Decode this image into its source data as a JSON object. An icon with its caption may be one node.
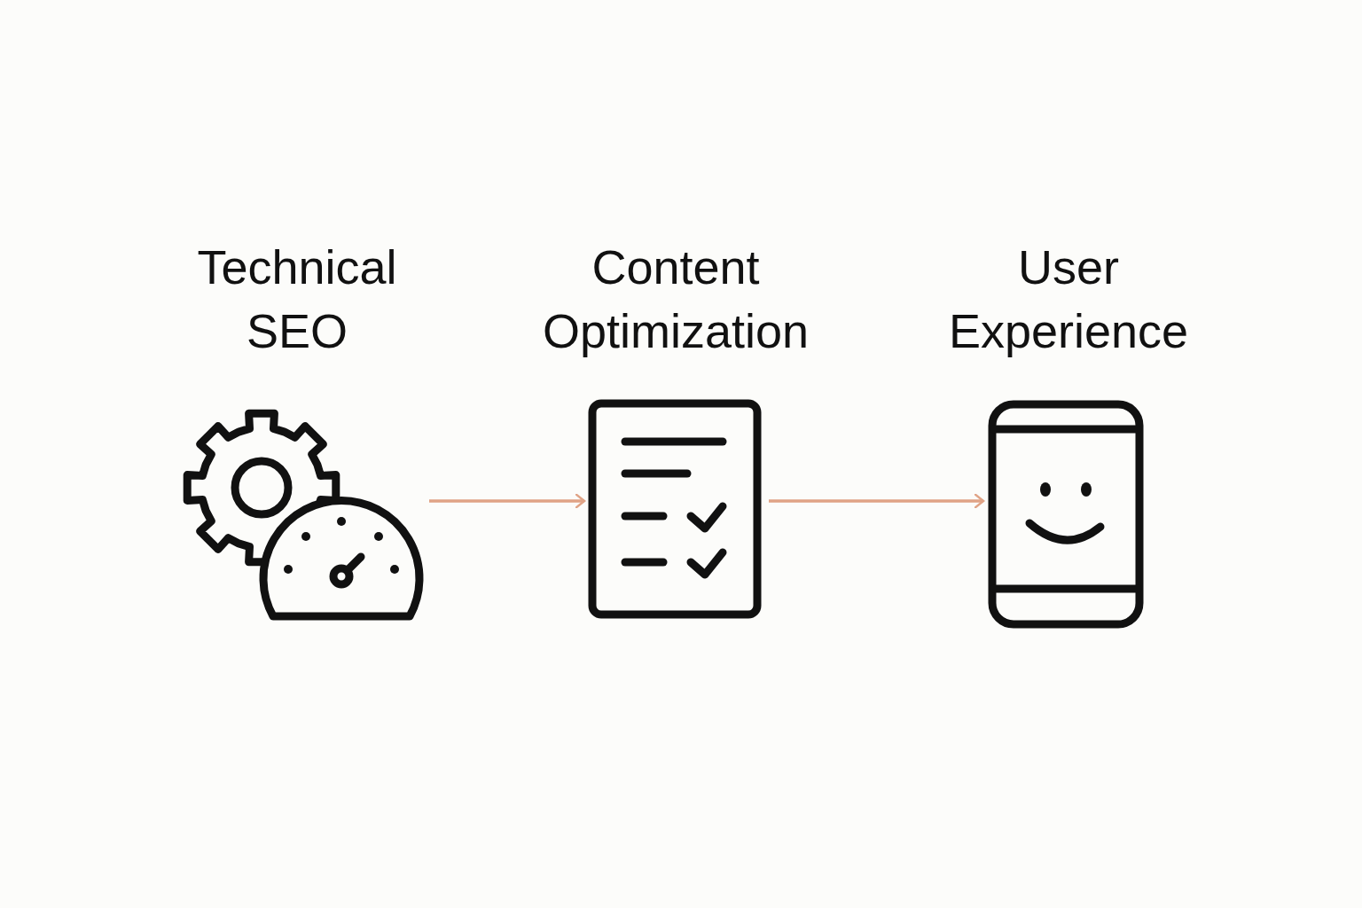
{
  "diagram": {
    "nodes": [
      {
        "text": [
          "Technical SEO"
        ]
      },
      {
        "text": [
          "Content Optimization"
        ]
      },
      {
        "text": [
          "User Experience"
        ]
      }
    ],
    "edges": [
      {
        "from": 0,
        "to": 1,
        "arrow": "to"
      },
      {
        "from": 1,
        "to": 2,
        "arrow": "to"
      }
    ]
  }
}
